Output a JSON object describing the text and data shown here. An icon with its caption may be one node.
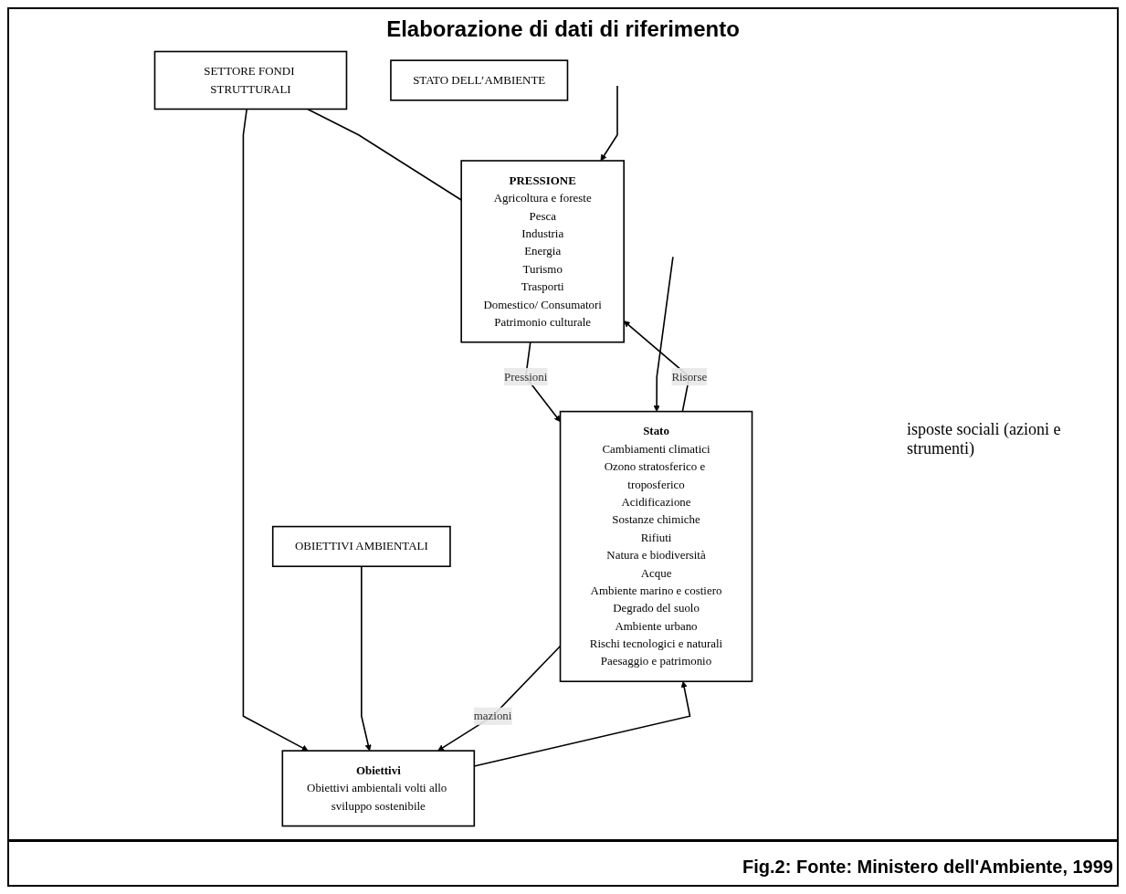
{
  "diagram": {
    "title": "Elaborazione di dati di riferimento",
    "caption": "Fig.2: Fonte: Ministero dell'Ambiente, 1999",
    "nodes": [
      {
        "text": [
          "SETTORE FONDI STRUTTURALI"
        ]
      },
      {
        "text": [
          "STATO DELL’AMBIENTE"
        ]
      },
      {
        "text": [
          "OBIETTIVI AMBIENTALI"
        ]
      },
      {
        "text": [
          "PRESSIONE",
          "Agricoltura e foreste",
          "Pesca",
          "Industria",
          "Energia",
          "Turismo",
          "Trasporti",
          "Domestico/ Consumatori",
          "Patrimonio culturale"
        ]
      },
      {
        "text": [
          "Stato",
          "Cambiamenti climatici",
          "Ozono stratosferico e troposferico",
          "Acidificazione",
          "Sostanze chimiche",
          "Rifiuti",
          "Natura e biodiversità",
          "Acque",
          "Ambiente marino e costiero",
          "Degrado del suolo",
          "Ambiente urbano",
          "Rischi tecnologici e naturali",
          "Paesaggio e patrimonio"
        ]
      },
      {
        "text": [
          "Obiettivi",
          "Obiettivi ambientali volti allo sviluppo sostenibile"
        ]
      }
    ],
    "edges": [
      {
        "from": 0,
        "to": 3,
        "arrow": "none"
      },
      {
        "from": 0,
        "to": 5,
        "arrow": "to"
      },
      {
        "from": 2,
        "to": 5,
        "arrow": "to"
      },
      {
        "from": 3,
        "to": 4,
        "label": "Pressioni",
        "arrow": "to"
      },
      {
        "from": 4,
        "to": 5,
        "label": "mazioni",
        "arrow": "to"
      },
      {
        "from": 5,
        "to": 4,
        "arrow": "to"
      },
      {
        "from": 4,
        "to": 3,
        "label": "Risorse",
        "arrow": "to"
      },
      {
        "from": null,
        "to": 3,
        "arrow": "to"
      },
      {
        "from": null,
        "to": 4,
        "arrow": "to"
      }
    ],
    "labels": [
      "isposte sociali (azioni e strumenti)"
    ]
  }
}
